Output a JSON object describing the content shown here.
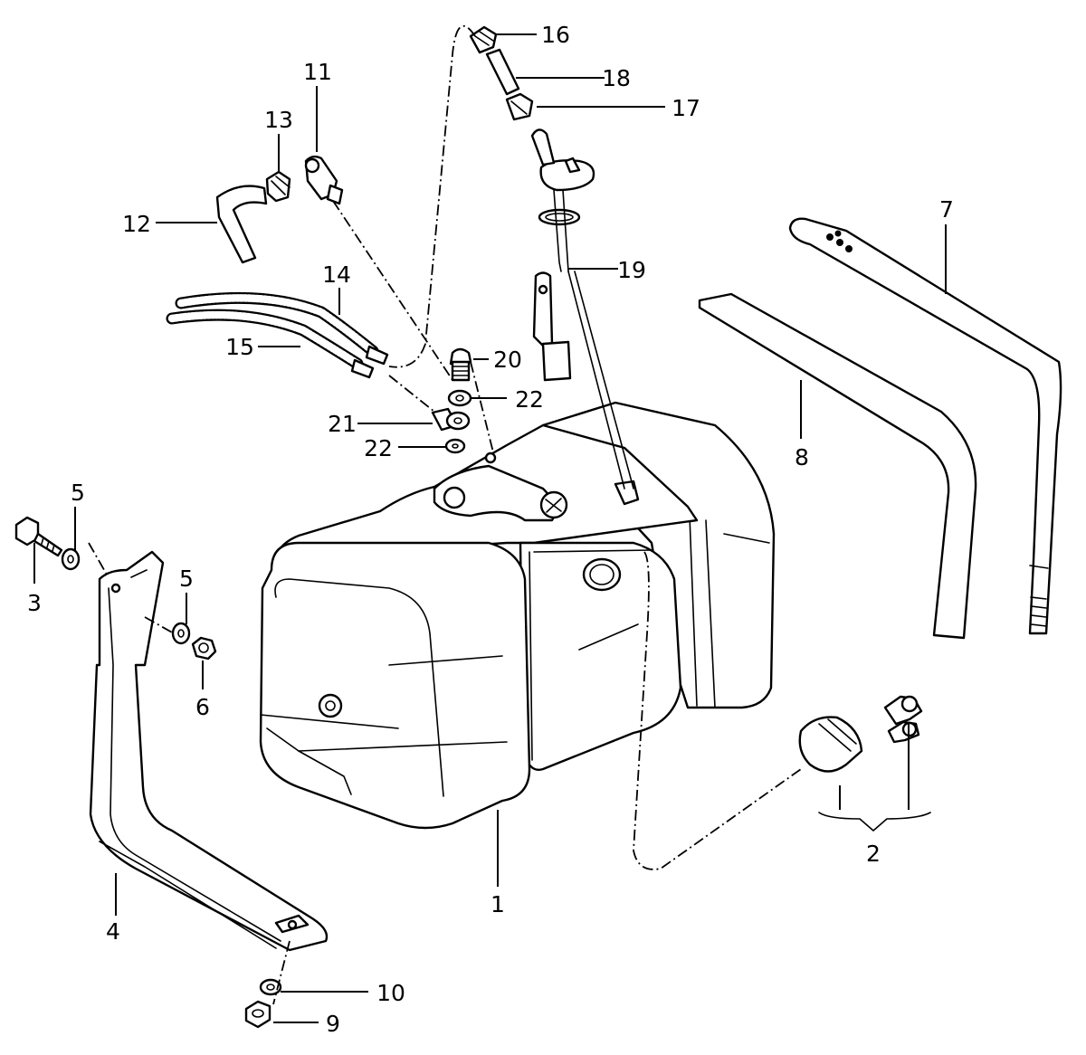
{
  "callouts": [
    {
      "id": "1",
      "label": "1"
    },
    {
      "id": "2",
      "label": "2"
    },
    {
      "id": "3",
      "label": "3"
    },
    {
      "id": "4",
      "label": "4"
    },
    {
      "id": "5a",
      "label": "5"
    },
    {
      "id": "5b",
      "label": "5"
    },
    {
      "id": "6",
      "label": "6"
    },
    {
      "id": "7",
      "label": "7"
    },
    {
      "id": "8",
      "label": "8"
    },
    {
      "id": "9",
      "label": "9"
    },
    {
      "id": "10",
      "label": "10"
    },
    {
      "id": "11",
      "label": "11"
    },
    {
      "id": "12",
      "label": "12"
    },
    {
      "id": "13",
      "label": "13"
    },
    {
      "id": "14",
      "label": "14"
    },
    {
      "id": "15",
      "label": "15"
    },
    {
      "id": "16",
      "label": "16"
    },
    {
      "id": "17",
      "label": "17"
    },
    {
      "id": "18",
      "label": "18"
    },
    {
      "id": "19",
      "label": "19"
    },
    {
      "id": "20",
      "label": "20"
    },
    {
      "id": "21",
      "label": "21"
    },
    {
      "id": "22a",
      "label": "22"
    },
    {
      "id": "22b",
      "label": "22"
    }
  ]
}
